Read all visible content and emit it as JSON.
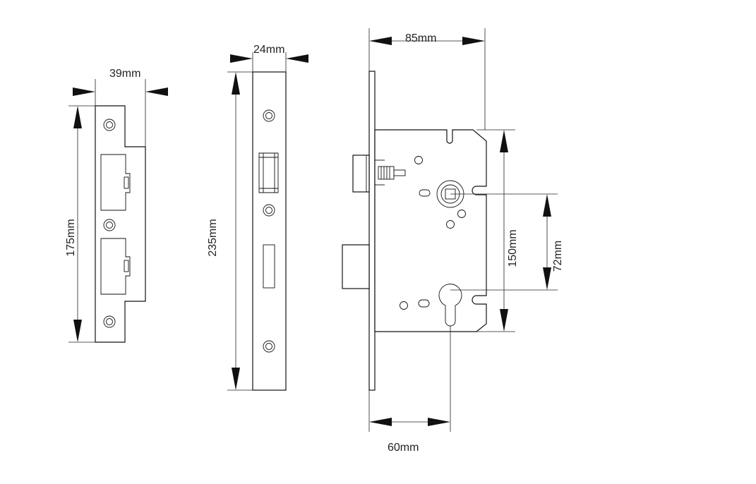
{
  "labels": {
    "strike_width": "39mm",
    "strike_height": "175mm",
    "faceplate_width": "24mm",
    "faceplate_height": "235mm",
    "backset": "85mm",
    "case_height": "150mm",
    "centres": "72mm",
    "case_depth": "60mm"
  }
}
